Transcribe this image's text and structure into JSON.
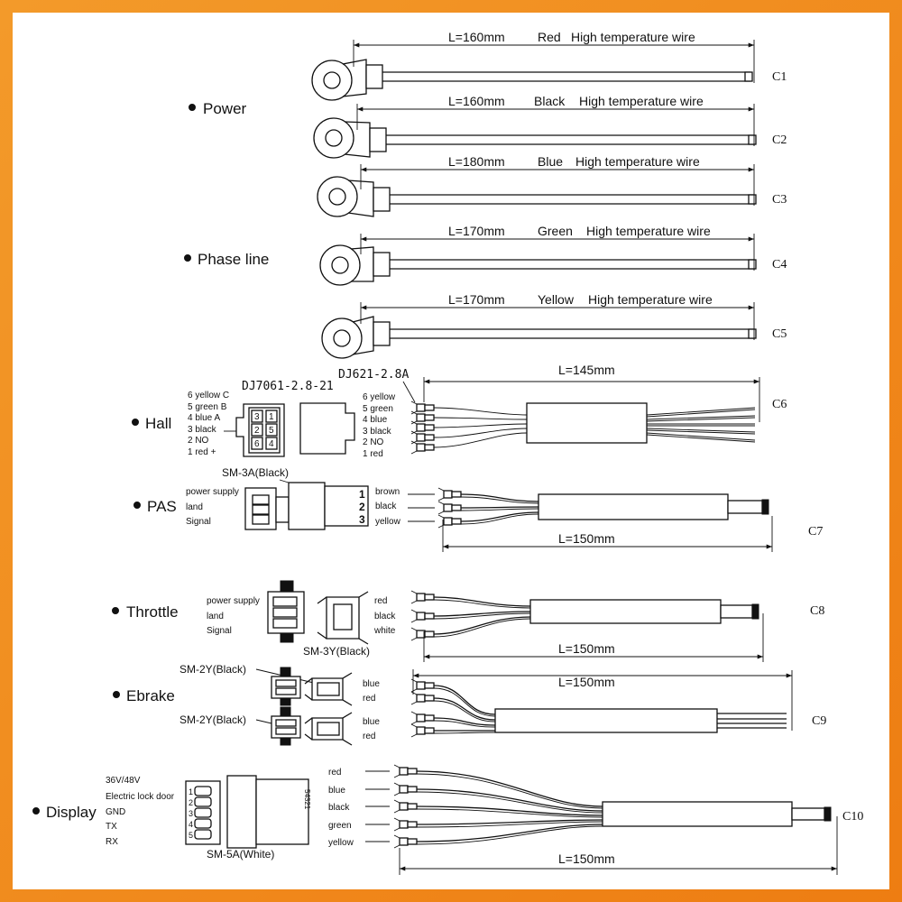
{
  "colors": {
    "border": "#f7931e",
    "background": "#ffffff",
    "ink": "#111111"
  },
  "sections": {
    "power": "Power",
    "phase": "Phase line",
    "hall": "Hall",
    "pas": "PAS",
    "throttle": "Throttle",
    "ebrake": "Ebrake",
    "display": "Display"
  },
  "cables": [
    {
      "code": "C1",
      "length": "L=160mm",
      "color": "Red",
      "type": "High temperature wire"
    },
    {
      "code": "C2",
      "length": "L=160mm",
      "color": "Black",
      "type": "High temperature wire"
    },
    {
      "code": "C3",
      "length": "L=180mm",
      "color": "Blue",
      "type": "High temperature wire"
    },
    {
      "code": "C4",
      "length": "L=170mm",
      "color": "Green",
      "type": "High temperature wire"
    },
    {
      "code": "C5",
      "length": "L=170mm",
      "color": "Yellow",
      "type": "High temperature wire"
    }
  ],
  "hall": {
    "code": "C6",
    "length": "L=145mm",
    "connector_left": "DJ7061-2.8-21",
    "connector_right": "DJ621-2.8A",
    "pins_left": [
      "6 yellow C",
      "5 green B",
      "4 blue A",
      "3 black",
      "2 NO",
      "1 red +"
    ],
    "pins_right": [
      "6 yellow",
      "5 green",
      "4 blue",
      "3 black",
      "2 NO",
      "1 red"
    ],
    "housing": [
      "3",
      "1",
      "2",
      "5",
      "6",
      "4"
    ]
  },
  "pas": {
    "code": "C7",
    "length": "L=150mm",
    "connector": "SM-3A(Black)",
    "signals": [
      "power supply",
      "land",
      "Signal"
    ],
    "pins": [
      "1",
      "2",
      "3"
    ],
    "wires": [
      "brown",
      "black",
      "yellow"
    ]
  },
  "throttle": {
    "code": "C8",
    "length": "L=150mm",
    "connector": "SM-3Y(Black)",
    "signals": [
      "power supply",
      "land",
      "Signal"
    ],
    "wires": [
      "red",
      "black",
      "white"
    ]
  },
  "ebrake": {
    "code": "C9",
    "length": "L=150mm",
    "connector_1": "SM-2Y(Black)",
    "connector_2": "SM-2Y(Black)",
    "wires_1": [
      "blue",
      "red"
    ],
    "wires_2": [
      "blue",
      "red"
    ]
  },
  "display": {
    "code": "C10",
    "length": "L=150mm",
    "connector": "SM-5A(White)",
    "signals": [
      "36V/48V",
      "Electric lock door",
      "GND",
      "TX",
      "RX"
    ],
    "pins": [
      "1",
      "2",
      "3",
      "4",
      "5"
    ],
    "housing_pins": "54321",
    "wires": [
      "red",
      "blue",
      "black",
      "green",
      "yellow"
    ]
  }
}
